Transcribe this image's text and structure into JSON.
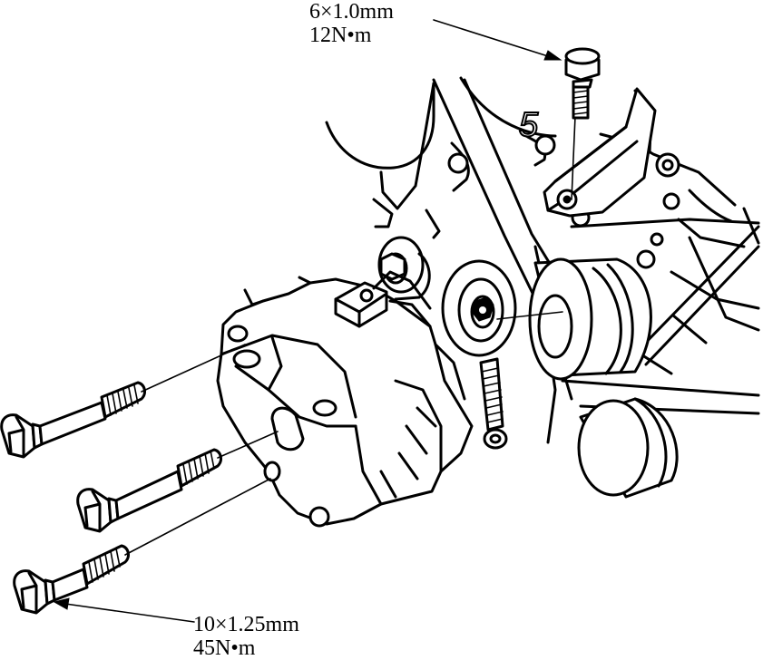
{
  "callouts": {
    "top": {
      "spec": "6×1.0mm",
      "torque": "12N•m"
    },
    "bottom": {
      "spec": "10×1.25mm",
      "torque": "45N•m"
    }
  },
  "engraving": "5"
}
